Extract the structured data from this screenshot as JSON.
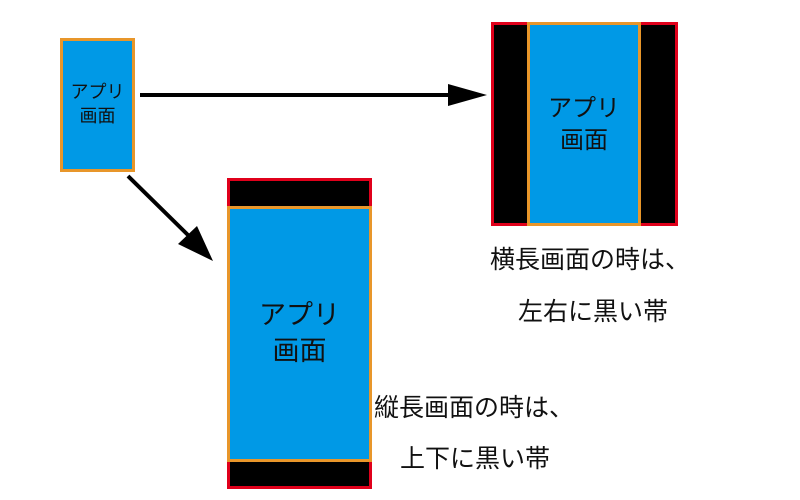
{
  "colors": {
    "app_fill": "#0099e6",
    "app_border": "#e8962a",
    "frame_border": "#e0001b",
    "letterbox": "#000000",
    "arrow": "#000000"
  },
  "original_app": {
    "line1": "アプリ",
    "line2": "画面"
  },
  "landscape": {
    "app_line1": "アプリ",
    "app_line2": "画面",
    "caption_line1": "横長画面の時は、",
    "caption_line2": "左右に黒い帯"
  },
  "portrait": {
    "app_line1": "アプリ",
    "app_line2": "画面",
    "caption_line1": "縦長画面の時は、",
    "caption_line2": "上下に黒い帯"
  }
}
